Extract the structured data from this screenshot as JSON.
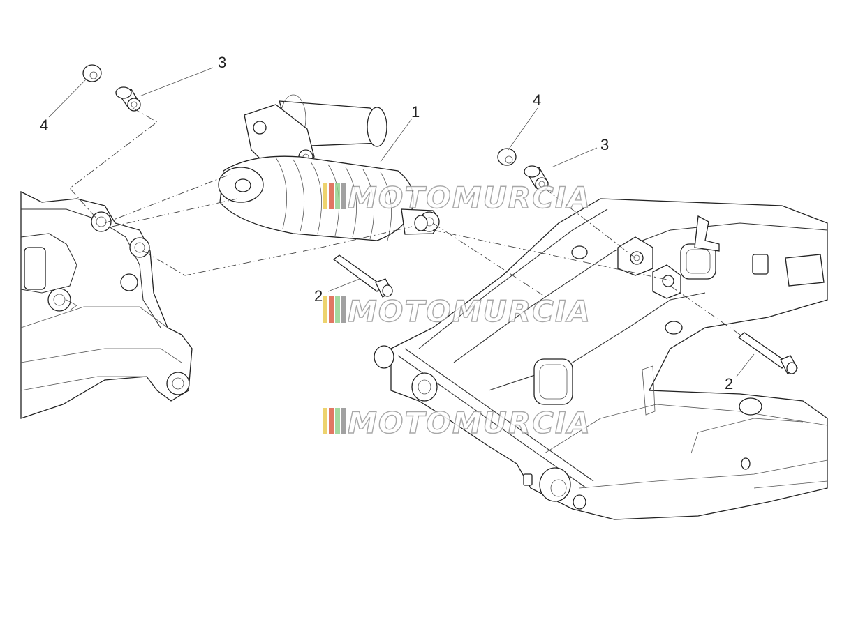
{
  "diagram": {
    "callouts": [
      {
        "id": "c1",
        "label": "1"
      },
      {
        "id": "c2a",
        "label": "2"
      },
      {
        "id": "c2b",
        "label": "2"
      },
      {
        "id": "c3a",
        "label": "3"
      },
      {
        "id": "c3b",
        "label": "3"
      },
      {
        "id": "c4a",
        "label": "4"
      },
      {
        "id": "c4b",
        "label": "4"
      }
    ]
  },
  "watermark": {
    "text": "MOTOMURCIA",
    "stripe_colors": [
      "#e9c84a",
      "#d9553c",
      "#8ccf8a",
      "#8a8a8a"
    ]
  }
}
